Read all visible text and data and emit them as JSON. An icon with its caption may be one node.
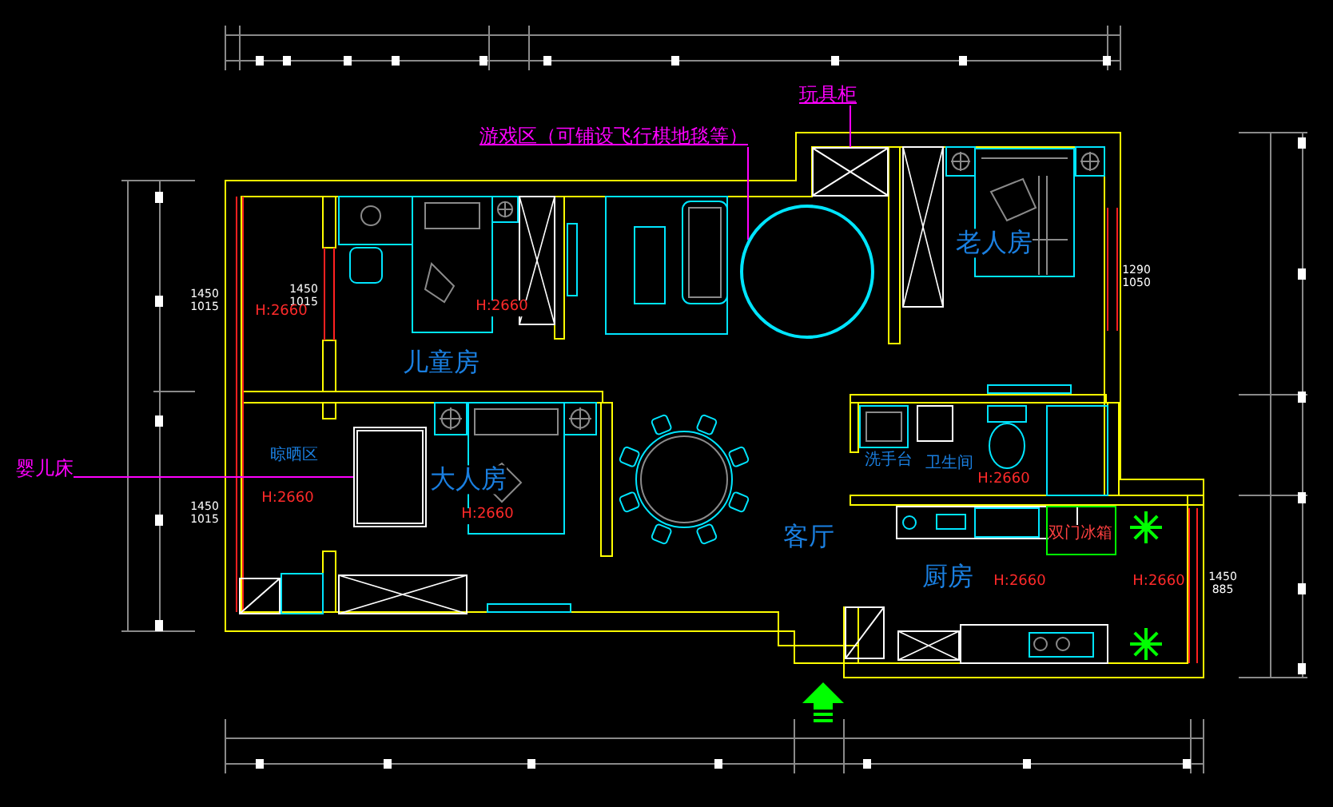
{
  "diagram": {
    "nodes": [
      {
        "text": [
          "游戏区（可铺设飞行棋地毯等）"
        ]
      },
      {
        "text": [],
        "shape": "circle"
      },
      {
        "text": [
          "玩具柜"
        ]
      },
      {
        "text": [],
        "shape": "box"
      },
      {
        "text": [
          "婴儿床"
        ]
      },
      {
        "text": [],
        "shape": "box"
      }
    ],
    "edges": [
      {
        "from": 0,
        "to": 1,
        "arrow": "none"
      },
      {
        "from": 2,
        "to": 3,
        "arrow": "none"
      },
      {
        "from": 4,
        "to": 5,
        "arrow": "none"
      }
    ],
    "labels": [
      "1450",
      "1015",
      "1450",
      "1015",
      "老人房",
      "1290",
      "1050",
      "H:2660",
      "H:2660",
      "儿童房",
      "晾晒区",
      "大人房",
      "洗手台",
      "卫生间",
      "H:2660",
      "H:2660",
      "1450",
      "1015",
      "H:2660",
      "客厅",
      "双门冰箱",
      "厨房",
      "H:2660",
      "H:2660",
      "1450",
      "885"
    ]
  }
}
